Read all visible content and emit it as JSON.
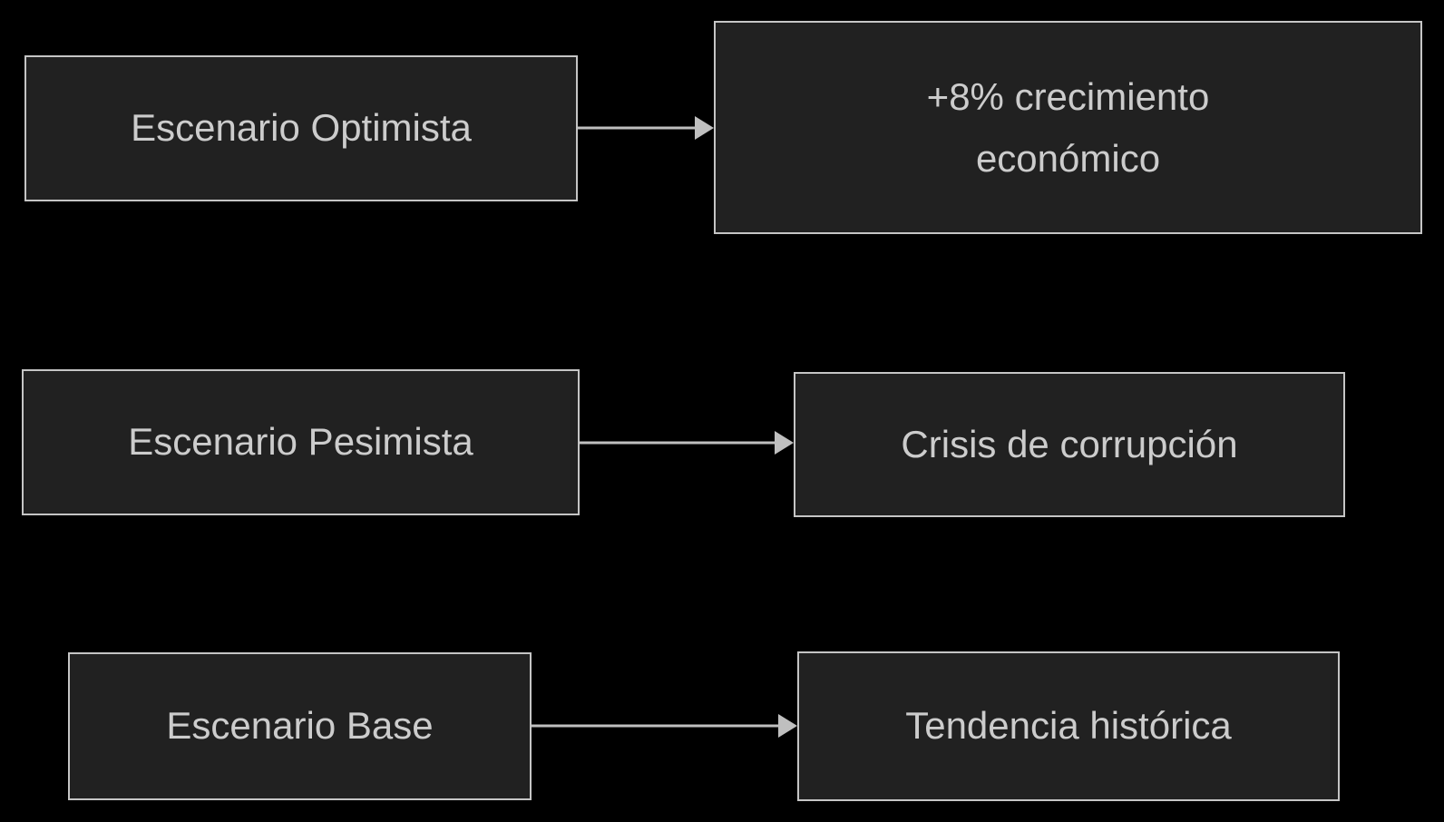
{
  "diagram": {
    "type": "flowchart-left-to-right",
    "rows": [
      {
        "source": "Escenario Optimista",
        "target": "+8% crecimiento económico"
      },
      {
        "source": "Escenario Pesimista",
        "target": "Crisis de corrupción"
      },
      {
        "source": "Escenario Base",
        "target": "Tendencia histórica"
      }
    ]
  },
  "colors": {
    "background": "#000000",
    "node_fill": "#212121",
    "node_border": "#c5c5c5",
    "node_text": "#cccccc",
    "arrow": "#bfbfbf"
  }
}
